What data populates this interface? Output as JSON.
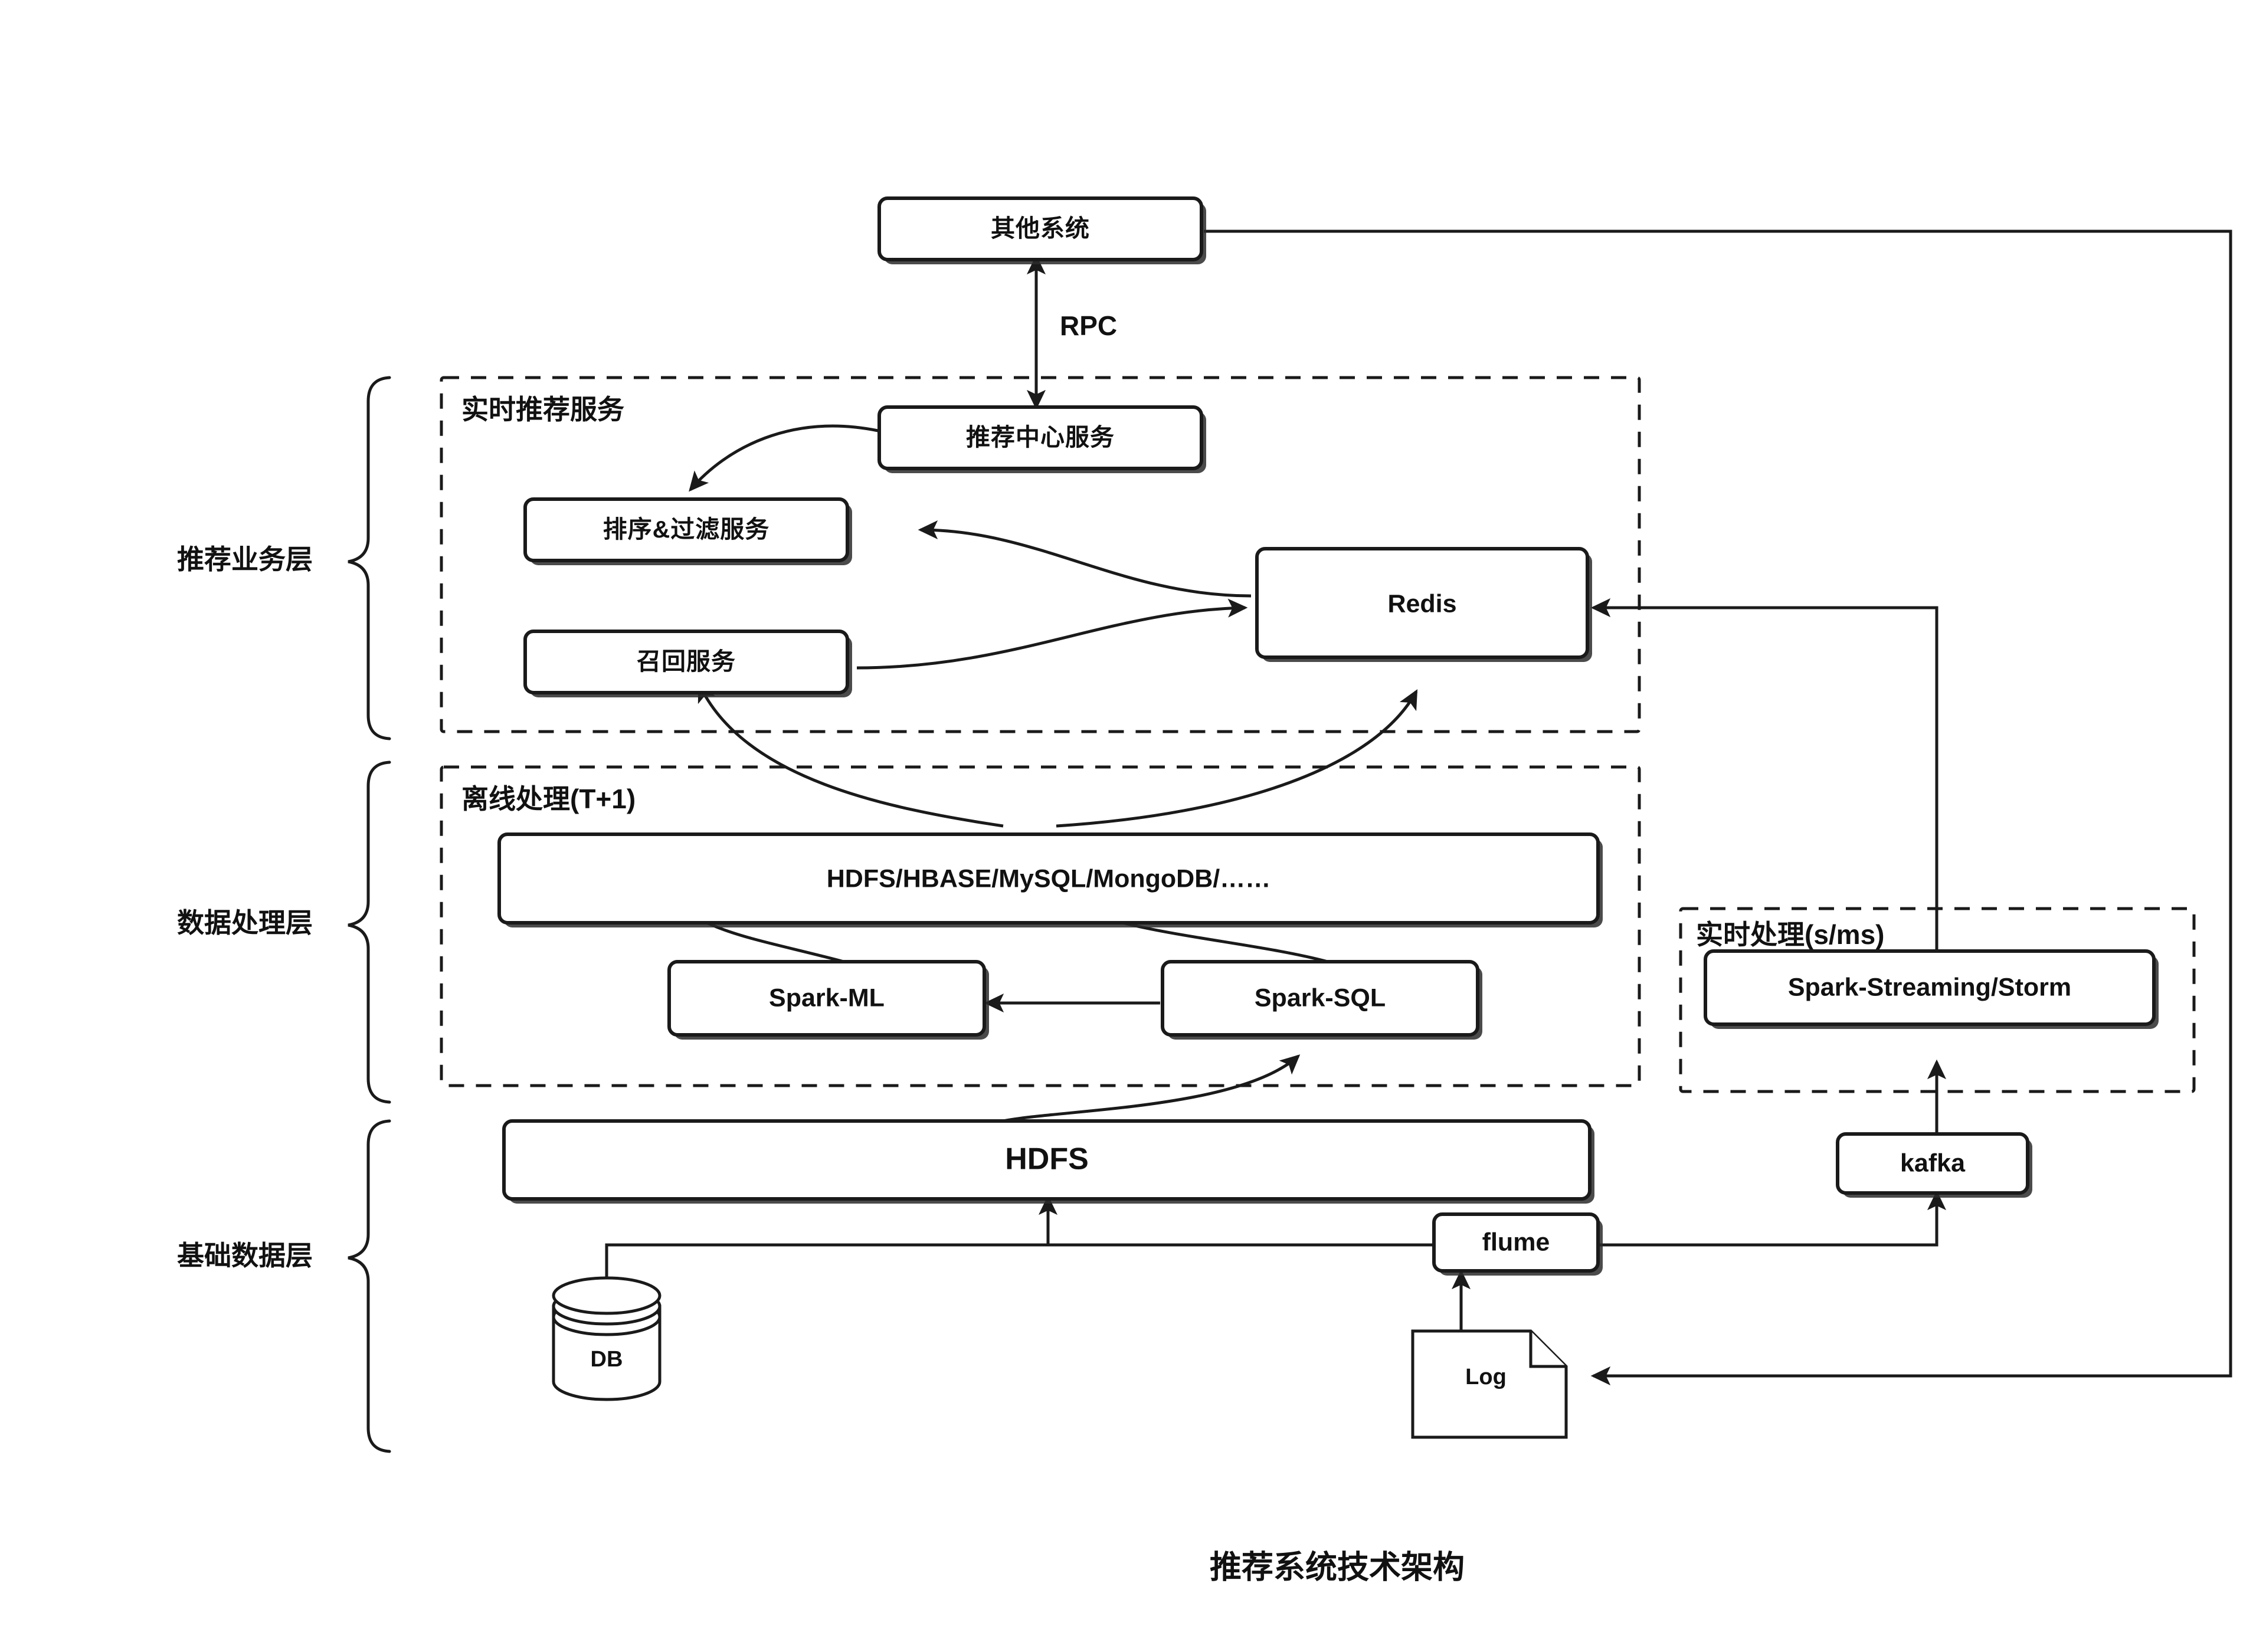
{
  "diagram": {
    "title": "推荐系统技术架构",
    "edge_labels": {
      "rpc": "RPC"
    },
    "layers": [
      {
        "id": "business",
        "label": "推荐业务层"
      },
      {
        "id": "processing",
        "label": "数据处理层"
      },
      {
        "id": "base",
        "label": "基础数据层"
      }
    ],
    "groups": [
      {
        "id": "realtime-rec-service",
        "label": "实时推荐服务"
      },
      {
        "id": "offline-processing",
        "label": "离线处理(T+1)"
      },
      {
        "id": "realtime-processing",
        "label": "实时处理(s/ms)"
      }
    ],
    "nodes": [
      {
        "id": "other-system",
        "label": "其他系统",
        "shape": "rounded-rect"
      },
      {
        "id": "rec-center",
        "label": "推荐中心服务",
        "shape": "rounded-rect"
      },
      {
        "id": "rank-filter",
        "label": "排序&过滤服务",
        "shape": "rounded-rect"
      },
      {
        "id": "recall",
        "label": "召回服务",
        "shape": "rounded-rect"
      },
      {
        "id": "redis",
        "label": "Redis",
        "shape": "rounded-rect"
      },
      {
        "id": "storage",
        "label": "HDFS/HBASE/MySQL/MongoDB/……",
        "shape": "rounded-rect"
      },
      {
        "id": "spark-ml",
        "label": "Spark-ML",
        "shape": "rounded-rect"
      },
      {
        "id": "spark-sql",
        "label": "Spark-SQL",
        "shape": "rounded-rect"
      },
      {
        "id": "spark-streaming",
        "label": "Spark-Streaming/Storm",
        "shape": "rounded-rect"
      },
      {
        "id": "hdfs",
        "label": "HDFS",
        "shape": "rounded-rect"
      },
      {
        "id": "kafka",
        "label": "kafka",
        "shape": "rounded-rect"
      },
      {
        "id": "flume",
        "label": "flume",
        "shape": "rounded-rect"
      },
      {
        "id": "db",
        "label": "DB",
        "shape": "cylinder"
      },
      {
        "id": "log",
        "label": "Log",
        "shape": "document"
      }
    ],
    "colors": {
      "stroke": "#1a1a1a",
      "fill": "#ffffff",
      "text": "#111111",
      "background": "#ffffff"
    }
  }
}
